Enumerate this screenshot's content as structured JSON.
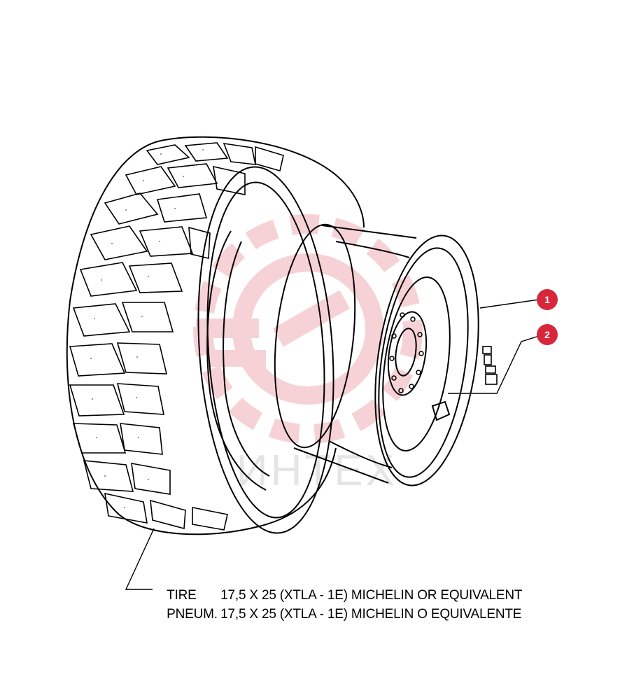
{
  "figure": {
    "watermark_text": "ИНТЕХ",
    "colors": {
      "line": "#000000",
      "callout_fill": "#d8263b",
      "watermark": "#e8b8b8"
    }
  },
  "callouts": [
    {
      "number": "1",
      "part": "rim"
    },
    {
      "number": "2",
      "part": "valve"
    }
  ],
  "caption": {
    "lines": [
      {
        "label": "TIRE",
        "text": "17,5 X 25 (XTLA - 1E) MICHELIN OR EQUIVALENT"
      },
      {
        "label": "PNEUM.",
        "text": "17,5 X 25 (XTLA - 1E) MICHELIN O EQUIVALENTE"
      }
    ]
  }
}
